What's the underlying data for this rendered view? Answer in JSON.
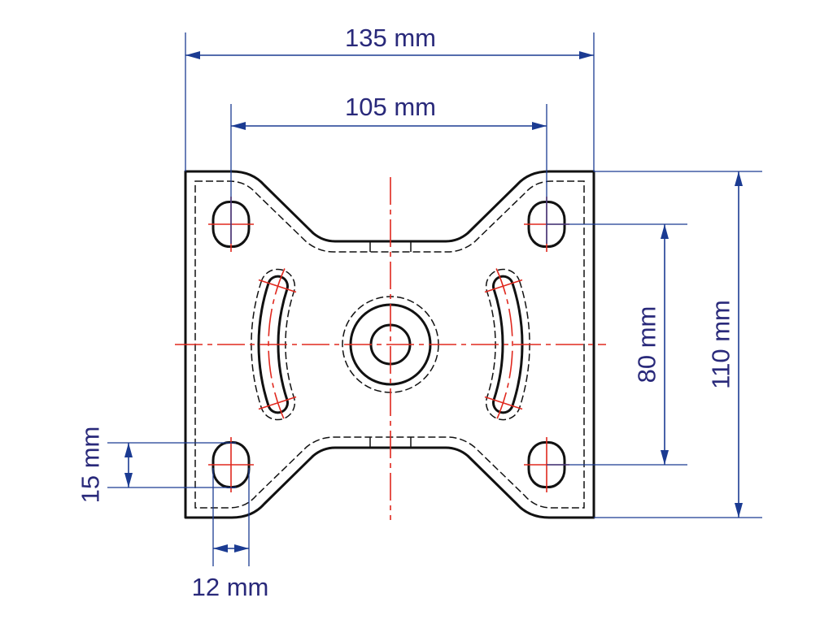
{
  "drawing": {
    "dimensions": {
      "overall_width": "135 mm",
      "hole_spacing_width": "105 mm",
      "overall_height": "110 mm",
      "hole_spacing_height": "80 mm",
      "hole_height": "15 mm",
      "hole_width": "12 mm"
    }
  },
  "colors": {
    "outline": "#111111",
    "centerline": "#e0281e",
    "dimension": "#1b3b92",
    "label": "#29297a"
  }
}
